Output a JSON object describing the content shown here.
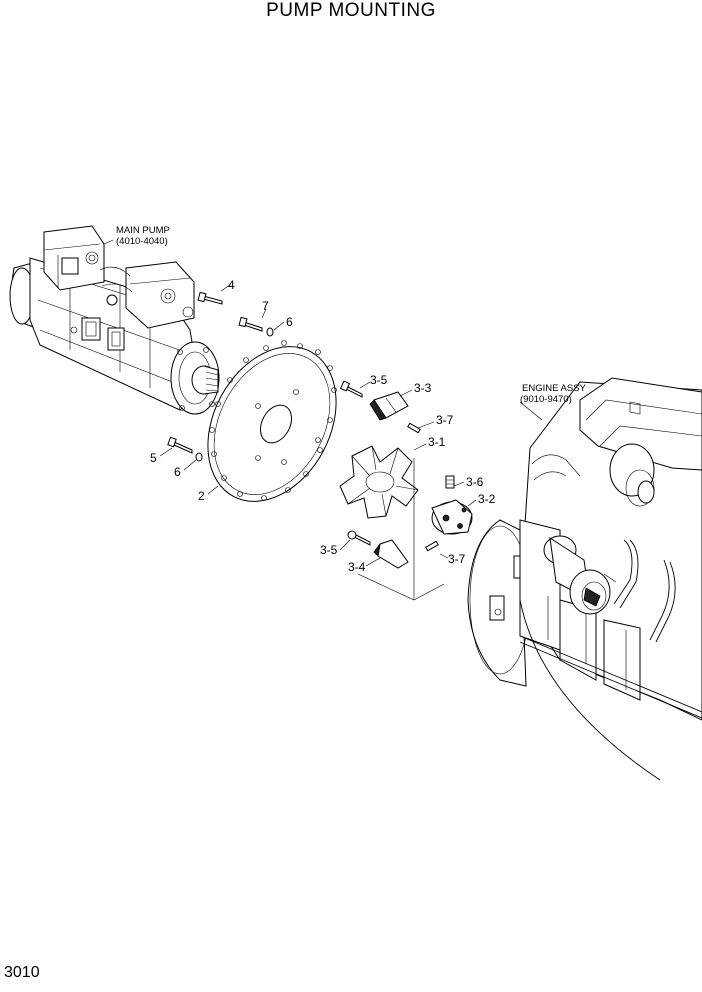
{
  "title": "PUMP MOUNTING",
  "page_number": "3010",
  "assemblies": {
    "main_pump": {
      "name": "MAIN PUMP",
      "ref": "(4010-4040)"
    },
    "engine": {
      "name": "ENGINE ASSY",
      "ref": "(9010-9470)"
    }
  },
  "callouts": [
    "4",
    "7",
    "6",
    "3-5",
    "3-3",
    "3-7",
    "3-1",
    "5",
    "6",
    "2",
    "3-6",
    "3-2",
    "3-5",
    "3-4",
    "3-7"
  ]
}
